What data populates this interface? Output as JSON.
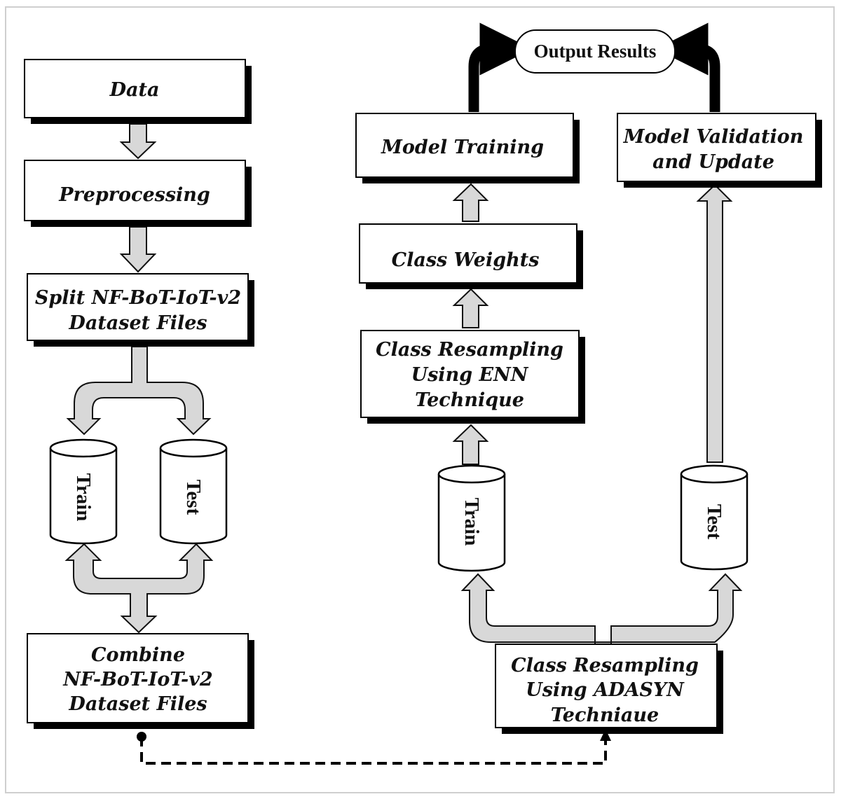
{
  "nodes": {
    "data": "Data",
    "preprocessing": "Preprocessing",
    "split": [
      "Split NF-BoT-IoT-v2",
      "Dataset Files"
    ],
    "combine": [
      "Combine",
      "NF-BoT-IoT-v2",
      "Dataset Files"
    ],
    "adasyn": [
      "Class Resampling",
      "Using ADASYN",
      "Techniaue"
    ],
    "enn": [
      "Class Resampling",
      "Using ENN",
      "Technique"
    ],
    "class_weights": "Class Weights",
    "model_training": "Model Training",
    "model_validation": [
      "Model Validation",
      "and Update"
    ],
    "output": "Output Results"
  },
  "cylinders": {
    "left_train": "Train",
    "left_test": "Test",
    "right_train": "Train",
    "right_test": "Test"
  },
  "colors": {
    "arrow_fill": "#d8d8d8",
    "arrow_stroke": "#111111",
    "box_fill": "#ffffff",
    "shadow": "#000000"
  }
}
